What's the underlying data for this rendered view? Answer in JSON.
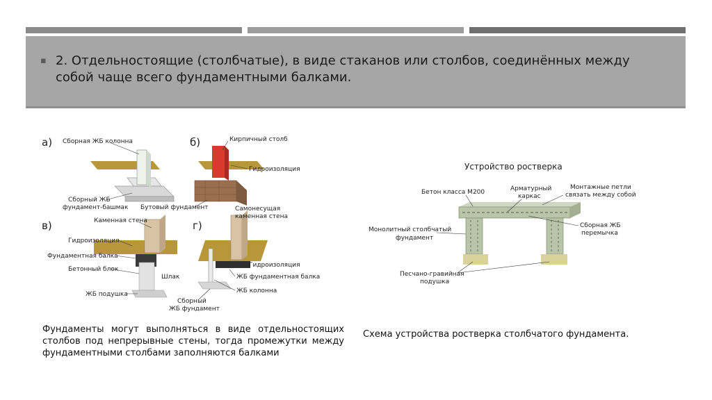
{
  "slide": {
    "bullet": "▪",
    "title": "2. Отдельностоящие (столбчатые), в виде стаканов или столбов, соединённых между собой чаще всего фундаментными балками."
  },
  "figure_left": {
    "panel_a": "а)",
    "panel_b": "б)",
    "panel_v": "в)",
    "panel_g": "г)",
    "a_col": "Сборная ЖБ колонна",
    "a_base1": "Сборный ЖБ",
    "a_base2": "фундамент-башмак",
    "b_pillar": "Кирпичный столб",
    "b_hydro": "Гидроизоляция",
    "b_rubble": "Бутовый фундамент",
    "v_wall": "Каменная стена",
    "v_hydro": "Гидроизоляция",
    "v_beam": "Фундаментная балка",
    "v_block": "Бетонный блок",
    "v_slag": "Шлак",
    "v_cushion": "ЖБ подушка",
    "g_wall1": "Самонесущая",
    "g_wall2": "каменная стена",
    "g_hydro": "Гидроизоляция",
    "g_beam": "ЖБ фундаментная балка",
    "g_col": "ЖБ колонна",
    "g_prefab1": "Сборный",
    "g_prefab2": "ЖБ фундамент"
  },
  "figure_right": {
    "title": "Устройство ростверка",
    "concrete": "Бетон класса М200",
    "rebar1": "Арматурный",
    "rebar2": "каркас",
    "loops1": "Монтажные петли",
    "loops2": "связать между собой",
    "mono1": "Монолитный столбчатый",
    "mono2": "фундамент",
    "lintel1": "Сборная ЖБ",
    "lintel2": "перемычка",
    "sand1": "Песчано-гравийная",
    "sand2": "подушка"
  },
  "captions": {
    "left": "Фундаменты могут выполняться в виде отдельностоящих столбов под непрерывные стены, тогда промежутки между фундаментными столбами заполняются балками",
    "right": "Схема устройства ростверка столбчатого фундамента."
  }
}
